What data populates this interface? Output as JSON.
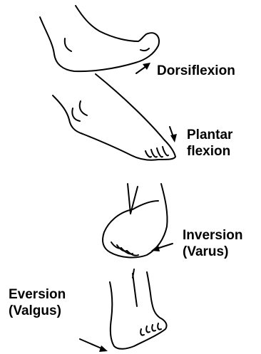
{
  "labels": {
    "dorsiflexion": "Dorsiflexion",
    "plantar_line1": "Plantar",
    "plantar_line2": "flexion",
    "inversion_line1": "Inversion",
    "inversion_line2": "(Varus)",
    "eversion_line1": "Eversion",
    "eversion_line2": "(Valgus)"
  }
}
